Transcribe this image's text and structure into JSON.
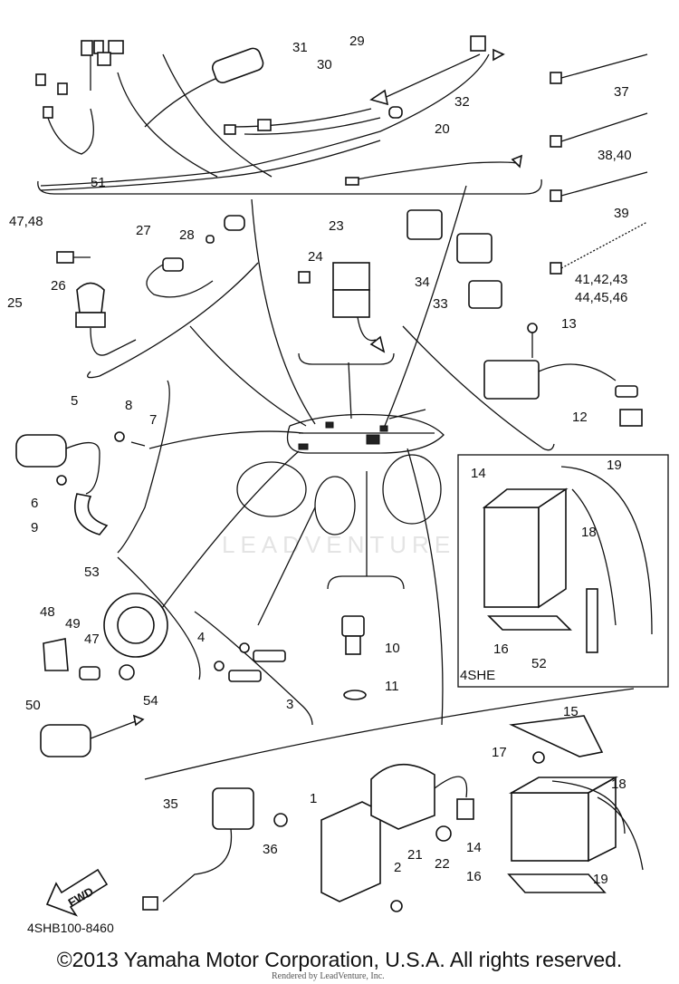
{
  "diagram": {
    "drawing_number": "4SHB100-8460",
    "fwd_label": "FWD",
    "inset_label": "4SHE",
    "watermark": "LEADVENTURE",
    "callouts": [
      "1",
      "2",
      "3",
      "4",
      "5",
      "6",
      "7",
      "8",
      "9",
      "10",
      "11",
      "12",
      "13",
      "14",
      "15",
      "16",
      "17",
      "18",
      "19",
      "20",
      "21",
      "22",
      "23",
      "24",
      "25",
      "26",
      "27",
      "28",
      "29",
      "30",
      "31",
      "32",
      "33",
      "34",
      "35",
      "36",
      "37",
      "38,40",
      "39",
      "41,42,43",
      "44,45,46",
      "47,48",
      "47",
      "48",
      "49",
      "50",
      "51",
      "52",
      "53",
      "54"
    ]
  },
  "footer": {
    "copyright": "©2013 Yamaha Motor Corporation, U.S.A. All rights reserved.",
    "rendered_by": "Rendered by LeadVenture, Inc."
  }
}
